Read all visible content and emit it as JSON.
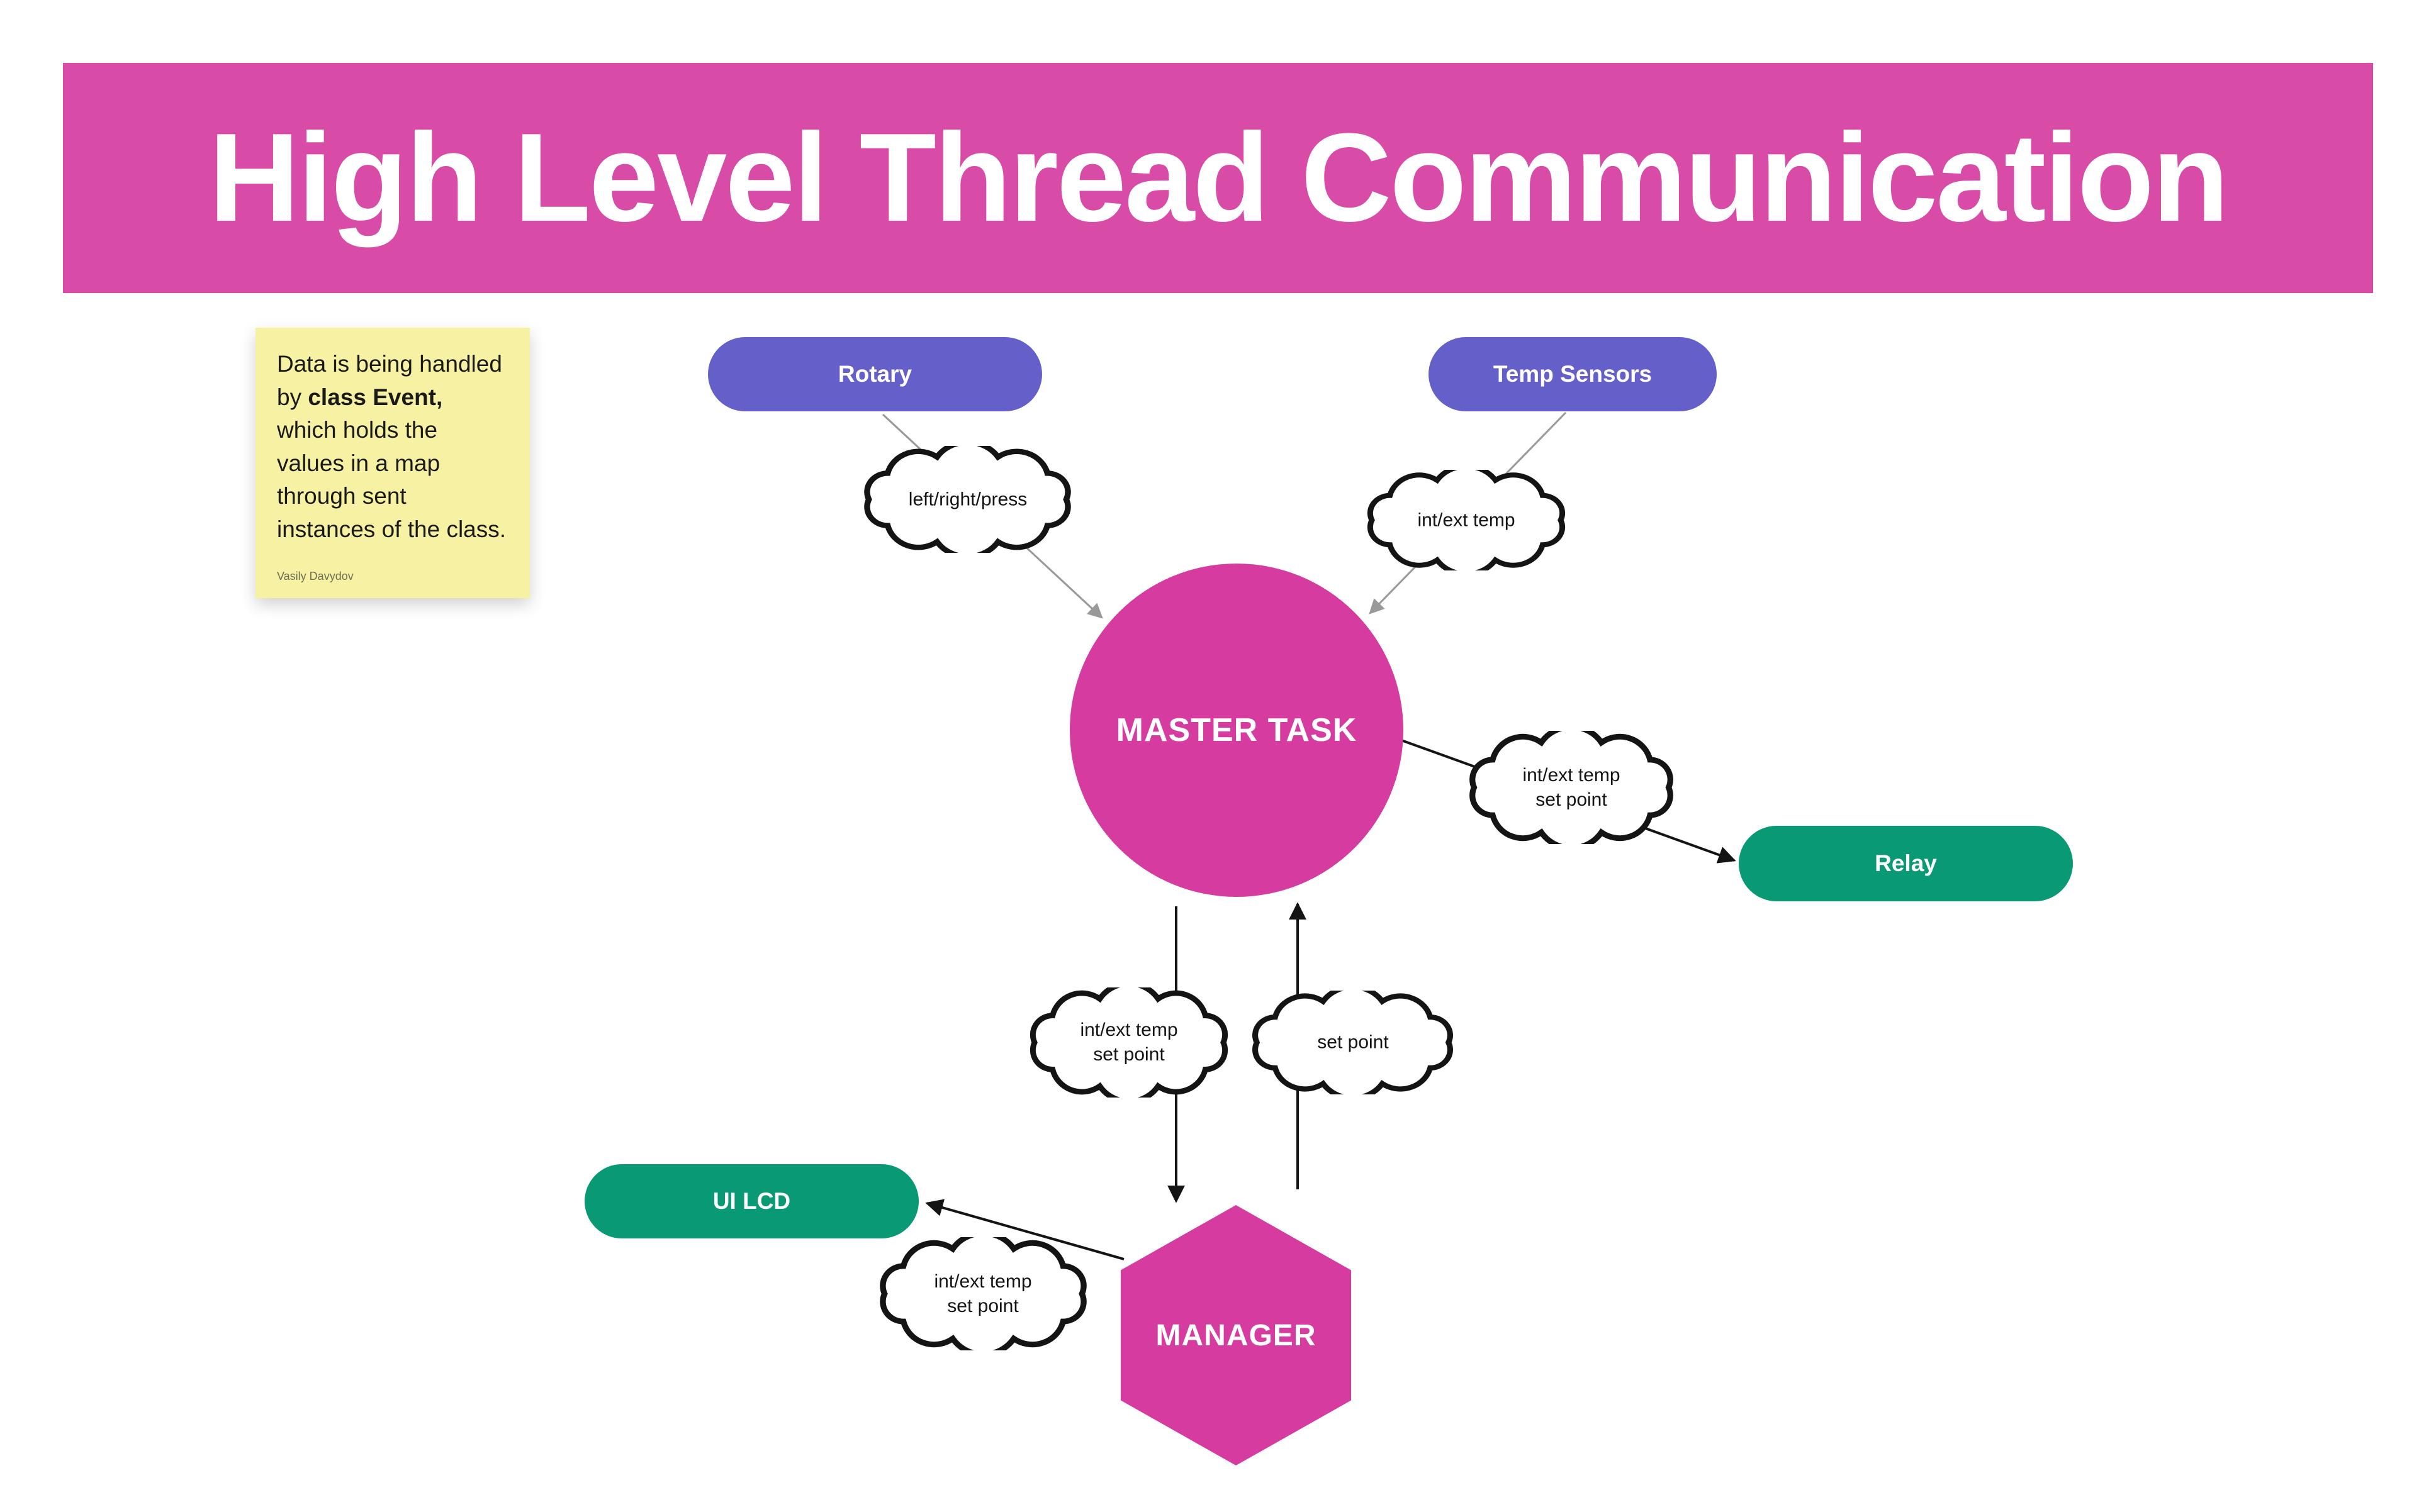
{
  "banner": {
    "title": "High Level Thread Communication"
  },
  "note": {
    "text_before": "Data is being handled by ",
    "text_bold": "class Event,",
    "text_after": " which holds the values in a map through sent instances of the class.",
    "author": "Vasily Davydov"
  },
  "nodes": {
    "rotary": {
      "label": "Rotary"
    },
    "temp_sensors": {
      "label": "Temp Sensors"
    },
    "master_task": {
      "label": "MASTER TASK"
    },
    "relay": {
      "label": "Relay"
    },
    "ui_lcd": {
      "label": "UI LCD"
    },
    "manager": {
      "label": "MANAGER"
    }
  },
  "clouds": [
    {
      "id": "rotary-to-master",
      "label": "left/right/press"
    },
    {
      "id": "temp-to-master",
      "label": "int/ext temp"
    },
    {
      "id": "master-to-relay",
      "label": "int/ext temp\nset point"
    },
    {
      "id": "master-to-manager",
      "label": "int/ext temp\nset point"
    },
    {
      "id": "manager-to-master",
      "label": "set point"
    },
    {
      "id": "manager-to-uilcd",
      "label": "int/ext temp\nset point"
    }
  ],
  "palette": {
    "banner_pink": "#d84ba6",
    "node_pink": "#d63c9f",
    "node_purple": "#655fc9",
    "node_green": "#099a75",
    "sticky_yellow": "#f7f2a3",
    "arrow_gray": "#999999",
    "arrow_black": "#141414"
  }
}
